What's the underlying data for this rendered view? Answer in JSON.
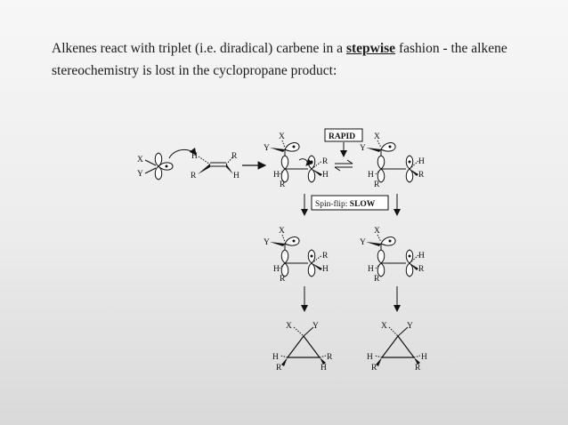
{
  "text": {
    "line1_pre": "Alkenes react with triplet (i.e. diradical) carbene in a ",
    "line1_em": "stepwise",
    "line1_post": " fashion - the alkene",
    "line2": "stereochemistry is lost in the cyclopropane product:"
  },
  "scheme": {
    "rapid": "RAPID",
    "spinflip_pre": "Spin-flip: ",
    "spinflip_bold": "SLOW",
    "X": "X",
    "Y": "Y",
    "H": "H",
    "R": "R"
  }
}
